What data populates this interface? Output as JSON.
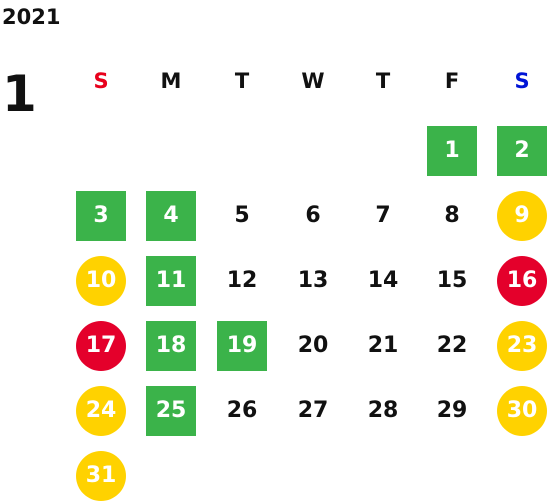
{
  "calendar": {
    "year": "2021",
    "month": "1",
    "weekdays": [
      {
        "label": "S",
        "color": "#e8001c"
      },
      {
        "label": "M",
        "color": "#111111"
      },
      {
        "label": "T",
        "color": "#111111"
      },
      {
        "label": "W",
        "color": "#111111"
      },
      {
        "label": "T",
        "color": "#111111"
      },
      {
        "label": "F",
        "color": "#111111"
      },
      {
        "label": "S",
        "color": "#0014d6"
      }
    ],
    "colors": {
      "green": "#3bb34a",
      "yellow": "#ffd200",
      "red": "#e4002b"
    },
    "days": [
      {
        "day": "1",
        "status": "green"
      },
      {
        "day": "2",
        "status": "green"
      },
      {
        "day": "3",
        "status": "green"
      },
      {
        "day": "4",
        "status": "green"
      },
      {
        "day": "5",
        "status": "none"
      },
      {
        "day": "6",
        "status": "none"
      },
      {
        "day": "7",
        "status": "none"
      },
      {
        "day": "8",
        "status": "none"
      },
      {
        "day": "9",
        "status": "yellow"
      },
      {
        "day": "10",
        "status": "yellow"
      },
      {
        "day": "11",
        "status": "green"
      },
      {
        "day": "12",
        "status": "none"
      },
      {
        "day": "13",
        "status": "none"
      },
      {
        "day": "14",
        "status": "none"
      },
      {
        "day": "15",
        "status": "none"
      },
      {
        "day": "16",
        "status": "red"
      },
      {
        "day": "17",
        "status": "red"
      },
      {
        "day": "18",
        "status": "green"
      },
      {
        "day": "19",
        "status": "green"
      },
      {
        "day": "20",
        "status": "none"
      },
      {
        "day": "21",
        "status": "none"
      },
      {
        "day": "22",
        "status": "none"
      },
      {
        "day": "23",
        "status": "yellow"
      },
      {
        "day": "24",
        "status": "yellow"
      },
      {
        "day": "25",
        "status": "green"
      },
      {
        "day": "26",
        "status": "none"
      },
      {
        "day": "27",
        "status": "none"
      },
      {
        "day": "28",
        "status": "none"
      },
      {
        "day": "29",
        "status": "none"
      },
      {
        "day": "30",
        "status": "yellow"
      },
      {
        "day": "31",
        "status": "yellow"
      }
    ]
  }
}
